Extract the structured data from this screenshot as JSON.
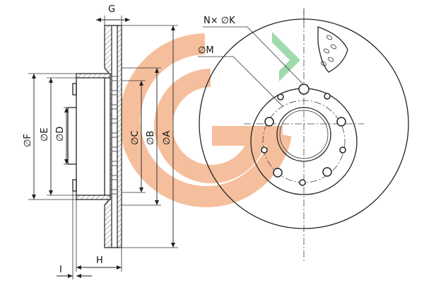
{
  "labels": {
    "g": "G",
    "nk": "N× ∅K",
    "m": "∅M",
    "f": "∅F",
    "e": "∅E",
    "d": "∅D",
    "c": "∅C",
    "b": "∅B",
    "a": "∅A",
    "h": "H",
    "i": "I"
  },
  "colors": {
    "watermark_orange": "#f4b58c",
    "watermark_green": "#8fd3a0",
    "line": "#222222"
  },
  "bolt_holes": 10
}
